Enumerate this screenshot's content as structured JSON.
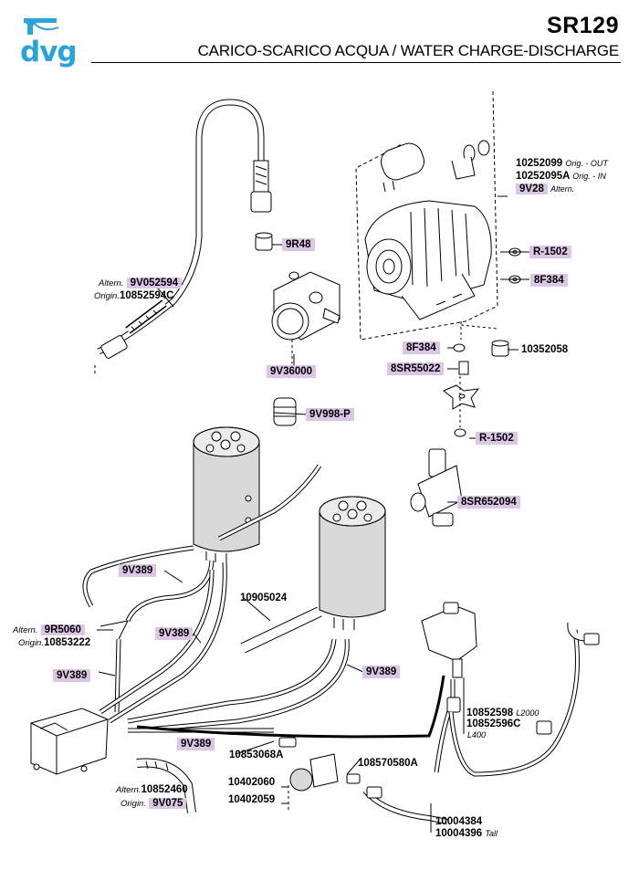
{
  "header": {
    "logo_text": "dvg",
    "model": "SR129",
    "title": "CARICO-SCARICO ACQUA / WATER CHARGE-DISCHARGE"
  },
  "colors": {
    "highlight": "#dcc6e6",
    "brand": "#2aa3d9"
  },
  "parts": {
    "pump_out": {
      "code": "10252099",
      "note": "Orig. - OUT"
    },
    "pump_in": {
      "code": "10252095A",
      "note": "Orig. - IN"
    },
    "pump_alt": {
      "code": "9V28",
      "note": "Altern."
    },
    "nut_top": {
      "code": "R-1502"
    },
    "washer_top": {
      "code": "8F384"
    },
    "fitting_9r48": {
      "code": "9R48"
    },
    "hose_alt": {
      "prefix": "Altern.",
      "code": "9V052594"
    },
    "hose_orig": {
      "prefix": "Origin.",
      "code": "10852594C"
    },
    "pump_head": {
      "code": "9V36000"
    },
    "washer_mid": {
      "code": "8F384"
    },
    "foot": {
      "code": "10352058"
    },
    "spacer": {
      "code": "8SR55022"
    },
    "nut_bottom": {
      "code": "R-1502"
    },
    "connector": {
      "code": "9V998-P"
    },
    "valve": {
      "code": "8SR652094"
    },
    "tube_1": {
      "code": "9V389"
    },
    "tube_main": {
      "code": "10905024"
    },
    "tee_alt": {
      "prefix": "Altern.",
      "code": "9R5060"
    },
    "tee_orig": {
      "prefix": "Origin.",
      "code": "10853222"
    },
    "tube_2": {
      "code": "9V389"
    },
    "tube_3": {
      "code": "9V389"
    },
    "tube_4": {
      "code": "9V389"
    },
    "flex_hose_1": {
      "code": "10852598",
      "note": "L2000"
    },
    "flex_hose_2": {
      "code": "10852596C",
      "note": "L400"
    },
    "tube_5": {
      "code": "9V389"
    },
    "fitting_a": {
      "code": "10853068A"
    },
    "fitting_b": {
      "code": "108570580A"
    },
    "drain_1": {
      "code": "10402060"
    },
    "drain_2": {
      "code": "10402059"
    },
    "pipe_alt": {
      "prefix": "Altern.",
      "code": "10852460"
    },
    "pipe_orig": {
      "prefix": "Origin.",
      "code": "9V075"
    },
    "hose_long": {
      "code": "10004384"
    },
    "hose_tall": {
      "code": "10004396",
      "note": "Tall"
    }
  }
}
